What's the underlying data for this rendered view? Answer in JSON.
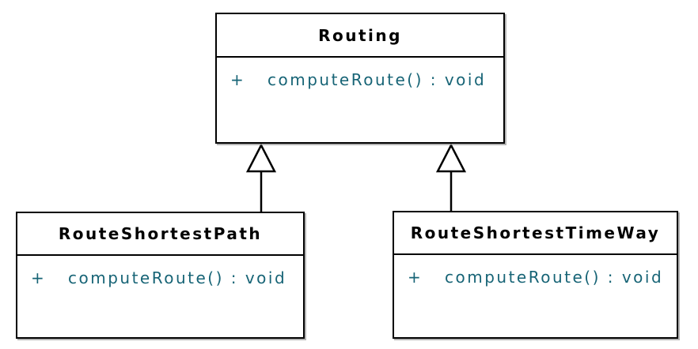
{
  "diagram": {
    "type": "uml-class-diagram",
    "background_color": "#ffffff",
    "border_color": "#000000",
    "title_text_color": "#000000",
    "operation_text_color": "#176476",
    "classes": [
      {
        "id": "routing",
        "name": "Routing",
        "operations": [
          {
            "visibility": "+",
            "signature": "computeRoute() : void"
          }
        ]
      },
      {
        "id": "route-shortest-path",
        "name": "RouteShortestPath",
        "operations": [
          {
            "visibility": "+",
            "signature": "computeRoute() : void"
          }
        ]
      },
      {
        "id": "route-shortest-time-way",
        "name": "RouteShortestTimeWay",
        "operations": [
          {
            "visibility": "+",
            "signature": "computeRoute() : void"
          }
        ]
      }
    ],
    "relationships": [
      {
        "type": "generalization",
        "from": "RouteShortestPath",
        "to": "Routing"
      },
      {
        "type": "generalization",
        "from": "RouteShortestTimeWay",
        "to": "Routing"
      }
    ]
  }
}
